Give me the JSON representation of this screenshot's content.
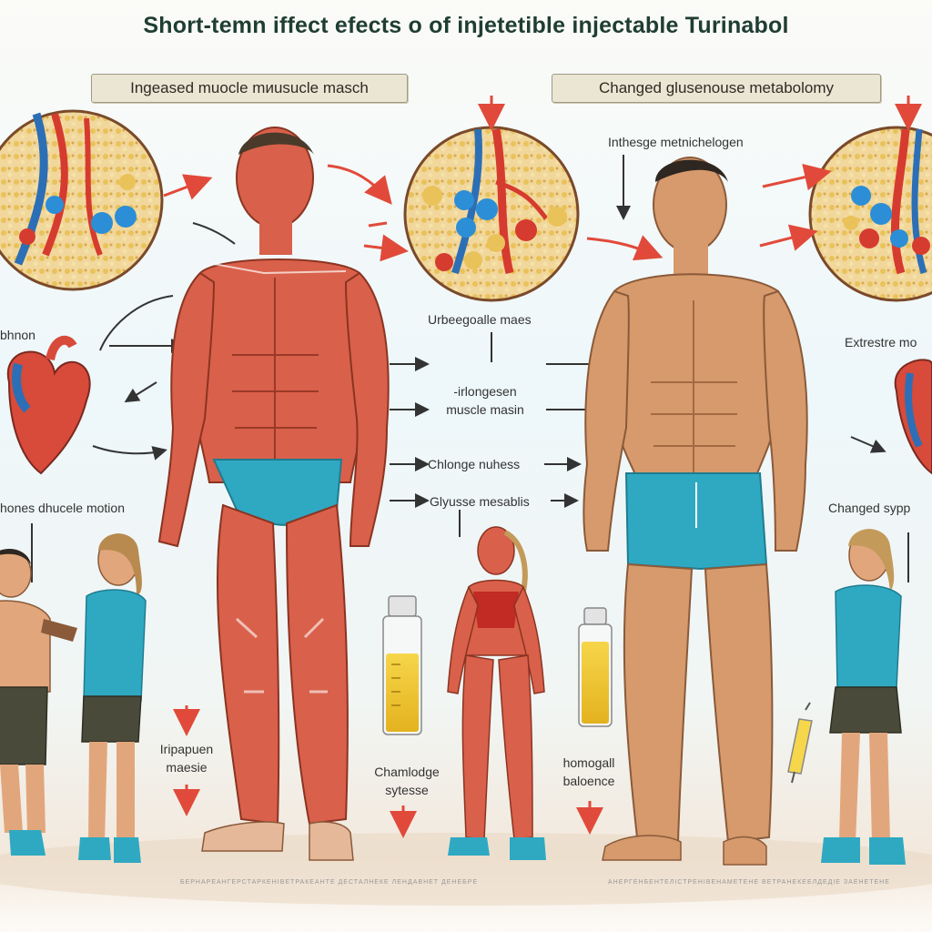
{
  "title": "Short-temn iffect efects o of injetetible injectable Turinabol",
  "banners": {
    "left": "Ingeased muocle mиusucle masch",
    "right": "Changed glusenouse metabolomy"
  },
  "labels": {
    "top_center": "Inthesge metnichelogen",
    "left_heart": "bhnon",
    "left_motion": "hones dhucele motion",
    "center_1": "Urbeegoalle maes",
    "center_2a": "-irlongesen",
    "center_2b": "muscle masin",
    "center_3": "Chlonge nuhess",
    "center_4": "Glyusse mesablis",
    "right_heart": "Extrestre mo",
    "right_changed": "Changed sypр",
    "bottom_left_a": "Iripapuen",
    "bottom_left_b": "maesie",
    "bottom_center_a": "Chamlodge",
    "bottom_center_b": "sytesse",
    "bottom_right_a": "homogall",
    "bottom_right_b": "baloence"
  },
  "footer": {
    "left": "БЕРНАРЕАНГЕРСТАРКЕНІВЕТРАКЕАНТЕ ДЕСТАЛНЕКЕ ЛЕНДАВНЕТ ДЕНЕБРЕ",
    "right": "АНЕРГЕНБЕНТЕЛІСТРЕНІВЕНАМЕТЕНЕ ВЕТРАНЕКЕЕЛДЕДІЕ ЗАЕНЕТЕНЕ"
  },
  "colors": {
    "muscle": "#d9604a",
    "skin": "#d69a6c",
    "shorts": "#2fa9c2",
    "arrow_red": "#e14a3a",
    "banner_bg": "#ebe6d3",
    "title": "#1f3d33"
  }
}
